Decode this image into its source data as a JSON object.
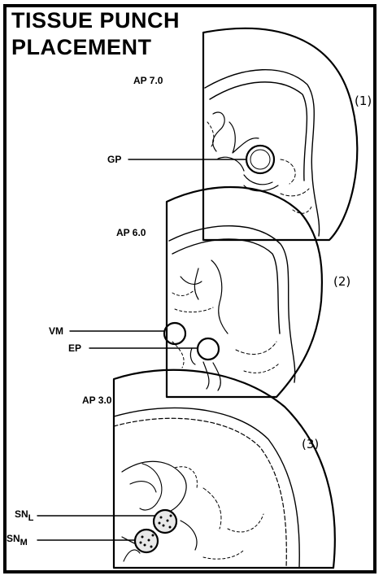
{
  "figure": {
    "title_line1": "TISSUE PUNCH",
    "title_line2": "PLACEMENT"
  },
  "sections": [
    {
      "ap_label": "AP 7.0",
      "number": "(1)"
    },
    {
      "ap_label": "AP 6.0",
      "number": "(2)"
    },
    {
      "ap_label": "AP 3.0",
      "number": "(3)"
    }
  ],
  "regions": {
    "gp": "GP",
    "vm": "VM",
    "ep": "EP",
    "sn_l_main": "SN",
    "sn_l_sub": "L",
    "sn_m_main": "SN",
    "sn_m_sub": "M"
  },
  "colors": {
    "ink": "#000000",
    "background": "#ffffff"
  }
}
